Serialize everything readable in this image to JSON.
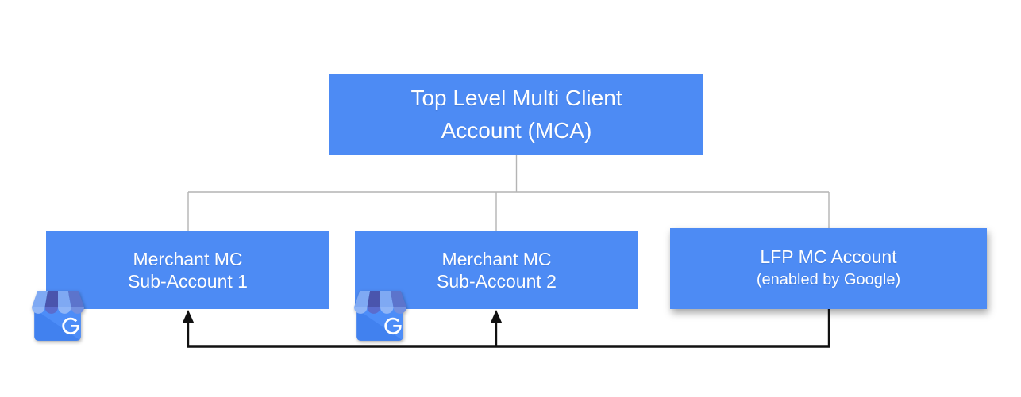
{
  "nodes": {
    "root": {
      "id": "top-mca",
      "line1": "Top Level Multi Client",
      "line2": "Account (MCA)"
    },
    "children": [
      {
        "id": "merchant-sub-1",
        "line1": "Merchant MC",
        "line2": "Sub-Account 1",
        "icon": "google-my-business-storefront",
        "icon_letter": "G"
      },
      {
        "id": "merchant-sub-2",
        "line1": "Merchant MC",
        "line2": "Sub-Account 2",
        "icon": "google-my-business-storefront",
        "icon_letter": "G"
      },
      {
        "id": "lfp-mc",
        "line1": "LFP MC Account",
        "line2": "(enabled by Google)"
      }
    ]
  },
  "connections": {
    "tree_edges": [
      "top-mca -> merchant-sub-1",
      "top-mca -> merchant-sub-2",
      "top-mca -> lfp-mc"
    ],
    "arrow_edges": [
      "lfp-mc -> merchant-sub-1",
      "lfp-mc -> merchant-sub-2"
    ]
  },
  "colors": {
    "node_fill": "#4d8bf4",
    "node_text": "#ffffff",
    "tree_connector": "#b4b4b4",
    "feedback_arrow": "#111111",
    "background": "#ffffff",
    "icon_body": "#4181ef",
    "icon_body_light": "#4d8df8",
    "icon_awning_light": "#7fa9f3",
    "icon_awning_dark": "#4a55ad"
  }
}
